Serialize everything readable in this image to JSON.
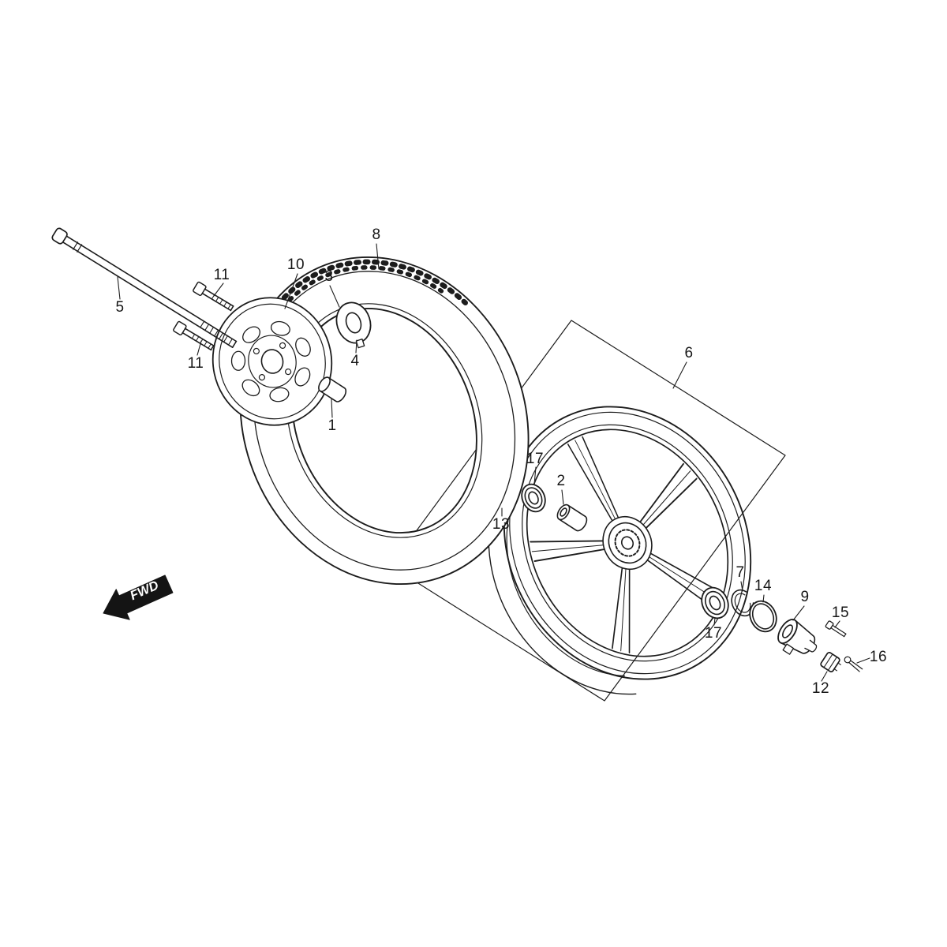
{
  "page": {
    "background_color": "#ffffff",
    "line_color": "#1c1c1c"
  },
  "direction_indicator": {
    "label": "FWD",
    "icon": "fwd-arrow"
  },
  "callouts": [
    {
      "part": "8"
    },
    {
      "part": "10"
    },
    {
      "part": "3"
    },
    {
      "part": "11"
    },
    {
      "part": "5"
    },
    {
      "part": "11"
    },
    {
      "part": "4"
    },
    {
      "part": "1"
    },
    {
      "part": "6"
    },
    {
      "part": "17"
    },
    {
      "part": "2"
    },
    {
      "part": "13"
    },
    {
      "part": "7"
    },
    {
      "part": "14"
    },
    {
      "part": "9"
    },
    {
      "part": "15"
    },
    {
      "part": "17"
    },
    {
      "part": "16"
    },
    {
      "part": "12"
    }
  ]
}
